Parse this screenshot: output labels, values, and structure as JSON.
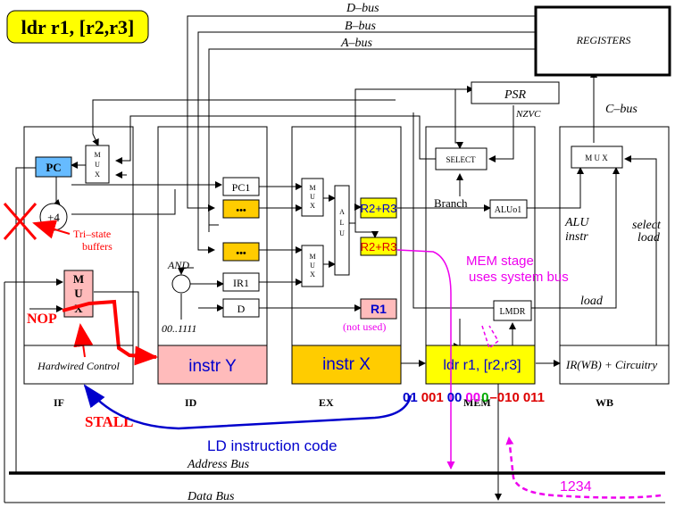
{
  "title": "ldr r1, [r2,r3]",
  "buses": {
    "d_bus": "D–bus",
    "b_bus": "B–bus",
    "a_bus": "A–bus",
    "c_bus": "C–bus",
    "address_bus": "Address Bus",
    "data_bus": "Data Bus"
  },
  "registers": "REGISTERS",
  "psr": "PSR",
  "nzvc": "NZVC",
  "select": "SELECT",
  "mux_wb": "M U X",
  "mux_v": [
    "M",
    "U",
    "X"
  ],
  "mux_if": "MUX",
  "alu": [
    "A",
    "L",
    "U"
  ],
  "pc": "PC",
  "plus4": "+4",
  "tristate": [
    "Tri–state",
    "buffers"
  ],
  "nop": "NOP",
  "hardwired": "Hardwired Control",
  "stall": "STALL",
  "and_label": "AND",
  "const": "00..1111",
  "pc1": "PC1",
  "dots": "•••",
  "ir1": "IR1",
  "d": "D",
  "instr_y": "instr Y",
  "instr_x": "instr X",
  "r2r3": "R2+R3",
  "r1": "R1",
  "not_used": "(not used)",
  "branch": "Branch",
  "aluo1": "ALUo1",
  "alu_instr": [
    "ALU",
    "instr"
  ],
  "select_load": [
    "select",
    "load"
  ],
  "load": "load",
  "mem_note": [
    "MEM stage",
    "uses system bus"
  ],
  "lmdr": "LMDR",
  "mem_instr": "ldr r1, [r2,r3]",
  "wb_box": "IR(WB) + Circuitry",
  "stages": [
    "IF",
    "ID",
    "EX",
    "MEM",
    "WB"
  ],
  "code": [
    {
      "text": "01",
      "color": "#0000cc"
    },
    {
      "text": "001",
      "color": "#dd0000"
    },
    {
      "text": "00",
      "color": "#0000cc"
    },
    {
      "text": "00",
      "color": "#ee00ee"
    },
    {
      "text": "0",
      "color": "#00aa00"
    },
    {
      "text": "–010",
      "color": "#dd0000"
    },
    {
      "text": "011",
      "color": "#dd0000"
    }
  ],
  "ld_code": "LD instruction code",
  "value": "1234",
  "colors": {
    "yellow": "#ffff00",
    "pink": "#ffbbbb",
    "blue_box": "#66bbff",
    "gold": "#ffcc00",
    "gray": "#e8e8e8",
    "red": "#ff0000",
    "blue": "#0000cc",
    "magenta": "#ee00ee"
  }
}
